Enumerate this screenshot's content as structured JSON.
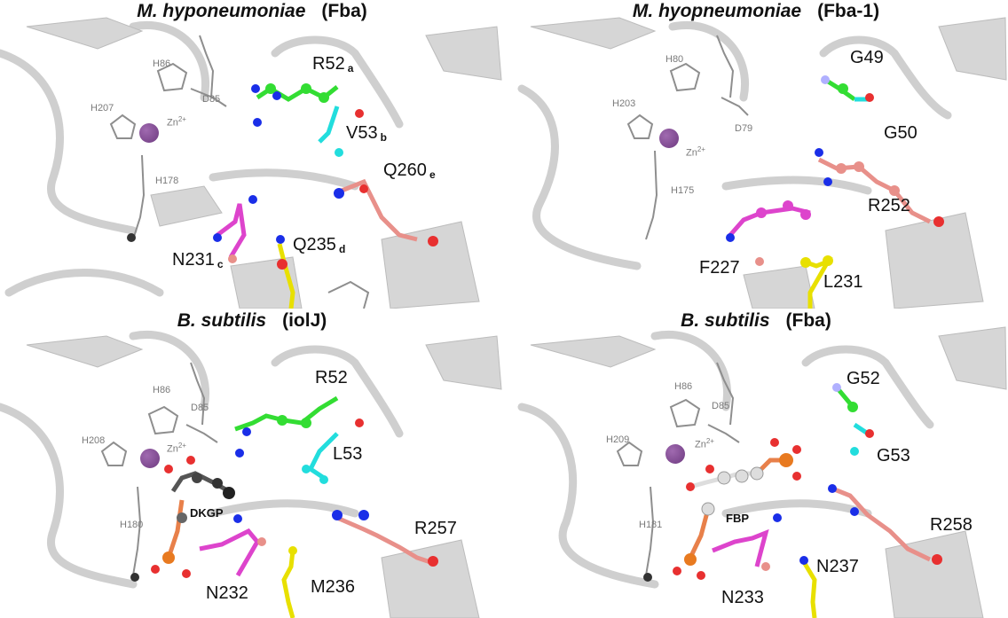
{
  "panels": [
    {
      "species": "M. hyponeumoniae",
      "gene": "(Fba)",
      "residues": [
        {
          "label": "R52",
          "sub": "a"
        },
        {
          "label": "V53",
          "sub": "b"
        },
        {
          "label": "Q260",
          "sub": "e"
        },
        {
          "label": "N231",
          "sub": "c"
        },
        {
          "label": "Q235",
          "sub": "d"
        }
      ],
      "small": [
        "H86",
        "D85",
        "H207",
        "Zn",
        "H178"
      ],
      "ion_sup": "2+"
    },
    {
      "species": "M. hyopneumoniae",
      "gene": "(Fba-1)",
      "residues": [
        {
          "label": "G49",
          "sub": ""
        },
        {
          "label": "G50",
          "sub": ""
        },
        {
          "label": "R252",
          "sub": ""
        },
        {
          "label": "F227",
          "sub": ""
        },
        {
          "label": "L231",
          "sub": ""
        }
      ],
      "small": [
        "H80",
        "H203",
        "D79",
        "Zn",
        "H175"
      ],
      "ion_sup": "2+"
    },
    {
      "species": "B. subtilis",
      "gene": "(iolJ)",
      "residues": [
        {
          "label": "R52",
          "sub": ""
        },
        {
          "label": "L53",
          "sub": ""
        },
        {
          "label": "R257",
          "sub": ""
        },
        {
          "label": "N232",
          "sub": ""
        },
        {
          "label": "M236",
          "sub": ""
        }
      ],
      "small": [
        "H86",
        "D85",
        "H208",
        "Zn",
        "H180"
      ],
      "ligand": "DKGP",
      "ion_sup": "2+"
    },
    {
      "species": "B. subtilis",
      "gene": "(Fba)",
      "residues": [
        {
          "label": "G52",
          "sub": ""
        },
        {
          "label": "G53",
          "sub": ""
        },
        {
          "label": "R258",
          "sub": ""
        },
        {
          "label": "N233",
          "sub": ""
        },
        {
          "label": "N237",
          "sub": ""
        }
      ],
      "small": [
        "H86",
        "D85",
        "H209",
        "Zn",
        "H181"
      ],
      "ligand": "FBP",
      "ion_sup": "2+"
    }
  ],
  "colors": {
    "ribbon": "#c8c8c8",
    "green": "#33dd33",
    "cyan": "#22dddd",
    "salmon": "#e8908a",
    "magenta": "#dd44cc",
    "yellow": "#e8e000",
    "zinc": "#8a4a9a",
    "nitrogen": "#1a2ee8",
    "oxygen": "#e83030"
  }
}
